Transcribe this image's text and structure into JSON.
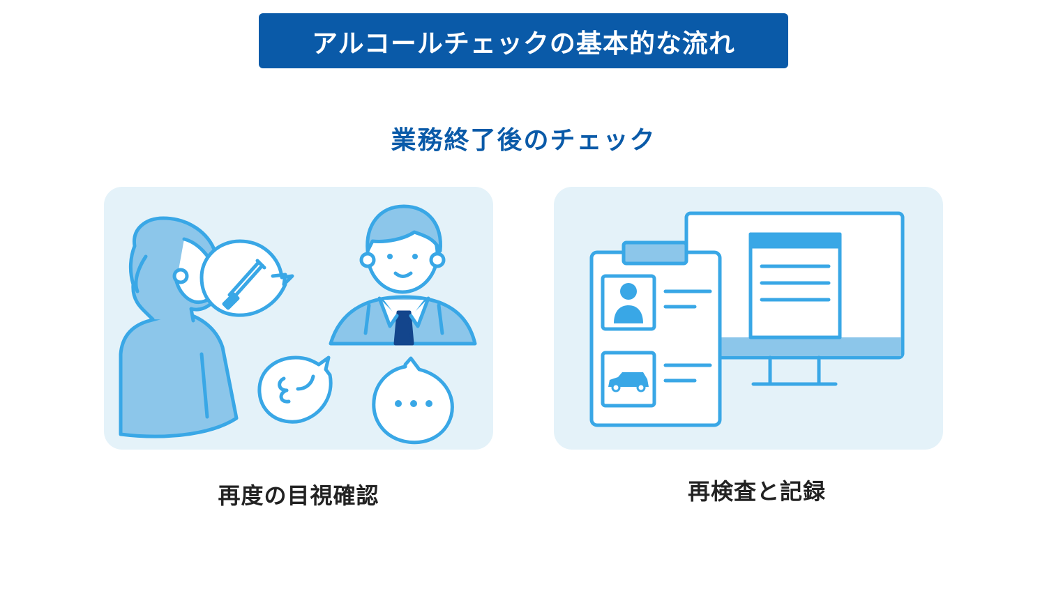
{
  "header": {
    "title": "アルコールチェックの基本的な流れ"
  },
  "section": {
    "heading": "業務終了後のチェック"
  },
  "steps": [
    {
      "caption": "再度の目視確認"
    },
    {
      "caption": "再検査と記録"
    }
  ],
  "colors": {
    "banner": "#0a5aa8",
    "panel_bg": "#e4f2f9",
    "line_blue": "#39a7e6",
    "fill_light": "#8cc6ea",
    "tie_navy": "#13458c"
  }
}
